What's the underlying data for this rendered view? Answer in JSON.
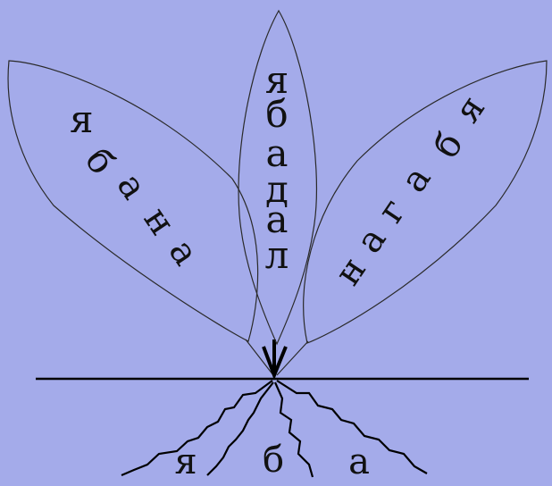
{
  "colors": {
    "background": "#a4abea",
    "outline": "#2a2a2a",
    "text": "#111111"
  },
  "leaves": {
    "left": {
      "letters": [
        "я",
        "б",
        "а",
        "н",
        "а"
      ]
    },
    "middle": {
      "letters": [
        "я",
        "б",
        "а",
        "д",
        "а",
        "л"
      ]
    },
    "right": {
      "letters": [
        "я",
        "б",
        "а",
        "г",
        "а",
        "н"
      ]
    }
  },
  "roots": {
    "letters": [
      "я",
      "б",
      "а"
    ]
  }
}
